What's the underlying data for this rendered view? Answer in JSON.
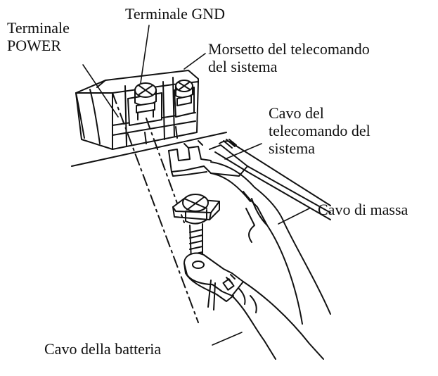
{
  "labels": {
    "power_terminal": [
      "Terminale",
      "POWER"
    ],
    "gnd_terminal": "Terminale GND",
    "remote_terminal": [
      "Morsetto del telecomando",
      "del sistema"
    ],
    "remote_cable": [
      "Cavo del",
      "telecomando del",
      "sistema"
    ],
    "ground_cable": "Cavo di massa",
    "battery_cable": "Cavo della batteria"
  },
  "colors": {
    "ink": "#111111",
    "paper": "#ffffff"
  }
}
